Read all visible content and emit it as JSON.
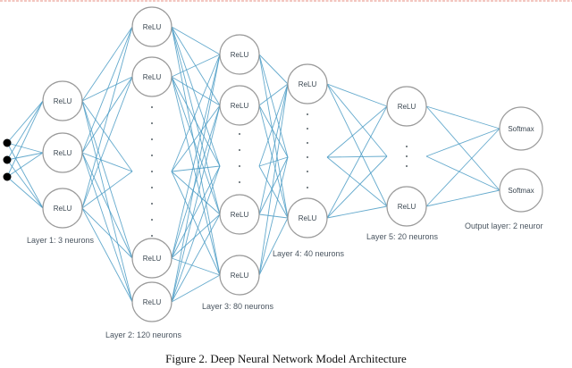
{
  "figure": {
    "caption": "Figure 2.    Deep Neural Network Model Architecture"
  },
  "layers": [
    {
      "id": "layer1",
      "label": "Layer 1: 3 neurons",
      "visible_nodes": [
        "ReLU",
        "ReLU",
        "ReLU"
      ],
      "has_ellipsis": false
    },
    {
      "id": "layer2",
      "label": "Layer 2: 120 neurons",
      "visible_nodes": [
        "ReLU",
        "ReLU",
        "ReLU",
        "ReLU"
      ],
      "has_ellipsis": true
    },
    {
      "id": "layer3",
      "label": "Layer 3: 80 neurons",
      "visible_nodes": [
        "ReLU",
        "ReLU",
        "ReLU",
        "ReLU"
      ],
      "has_ellipsis": true
    },
    {
      "id": "layer4",
      "label": "Layer 4: 40 neurons",
      "visible_nodes": [
        "ReLU",
        "ReLU"
      ],
      "has_ellipsis": true
    },
    {
      "id": "layer5",
      "label": "Layer 5: 20 neurons",
      "visible_nodes": [
        "ReLU",
        "ReLU"
      ],
      "has_ellipsis": true
    },
    {
      "id": "output",
      "label": "Output layer: 2 neuror",
      "visible_nodes": [
        "Softmax",
        "Softmax"
      ],
      "has_ellipsis": false
    }
  ],
  "inputs": {
    "count": 3
  },
  "colors": {
    "edge": "#4a9bc4",
    "node_border": "#9a9a9a",
    "input_dot": "#000000"
  }
}
